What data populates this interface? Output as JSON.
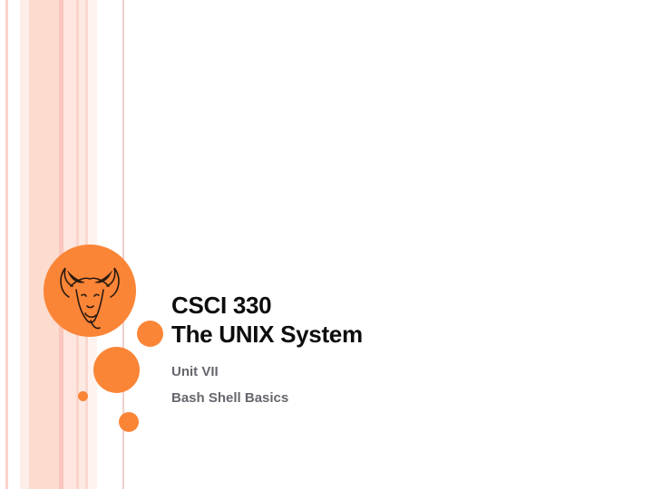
{
  "slide": {
    "title_line1": "CSCI 330",
    "title_line2": "The UNIX System",
    "subtitle_line1": "Unit VII",
    "subtitle_line2": "Bash Shell Basics"
  },
  "theme": {
    "accent": "#fb8537",
    "title_color": "#0d0d0d",
    "subtitle_color": "#66666e"
  },
  "icons": {
    "logo": "gnu-head-icon"
  }
}
